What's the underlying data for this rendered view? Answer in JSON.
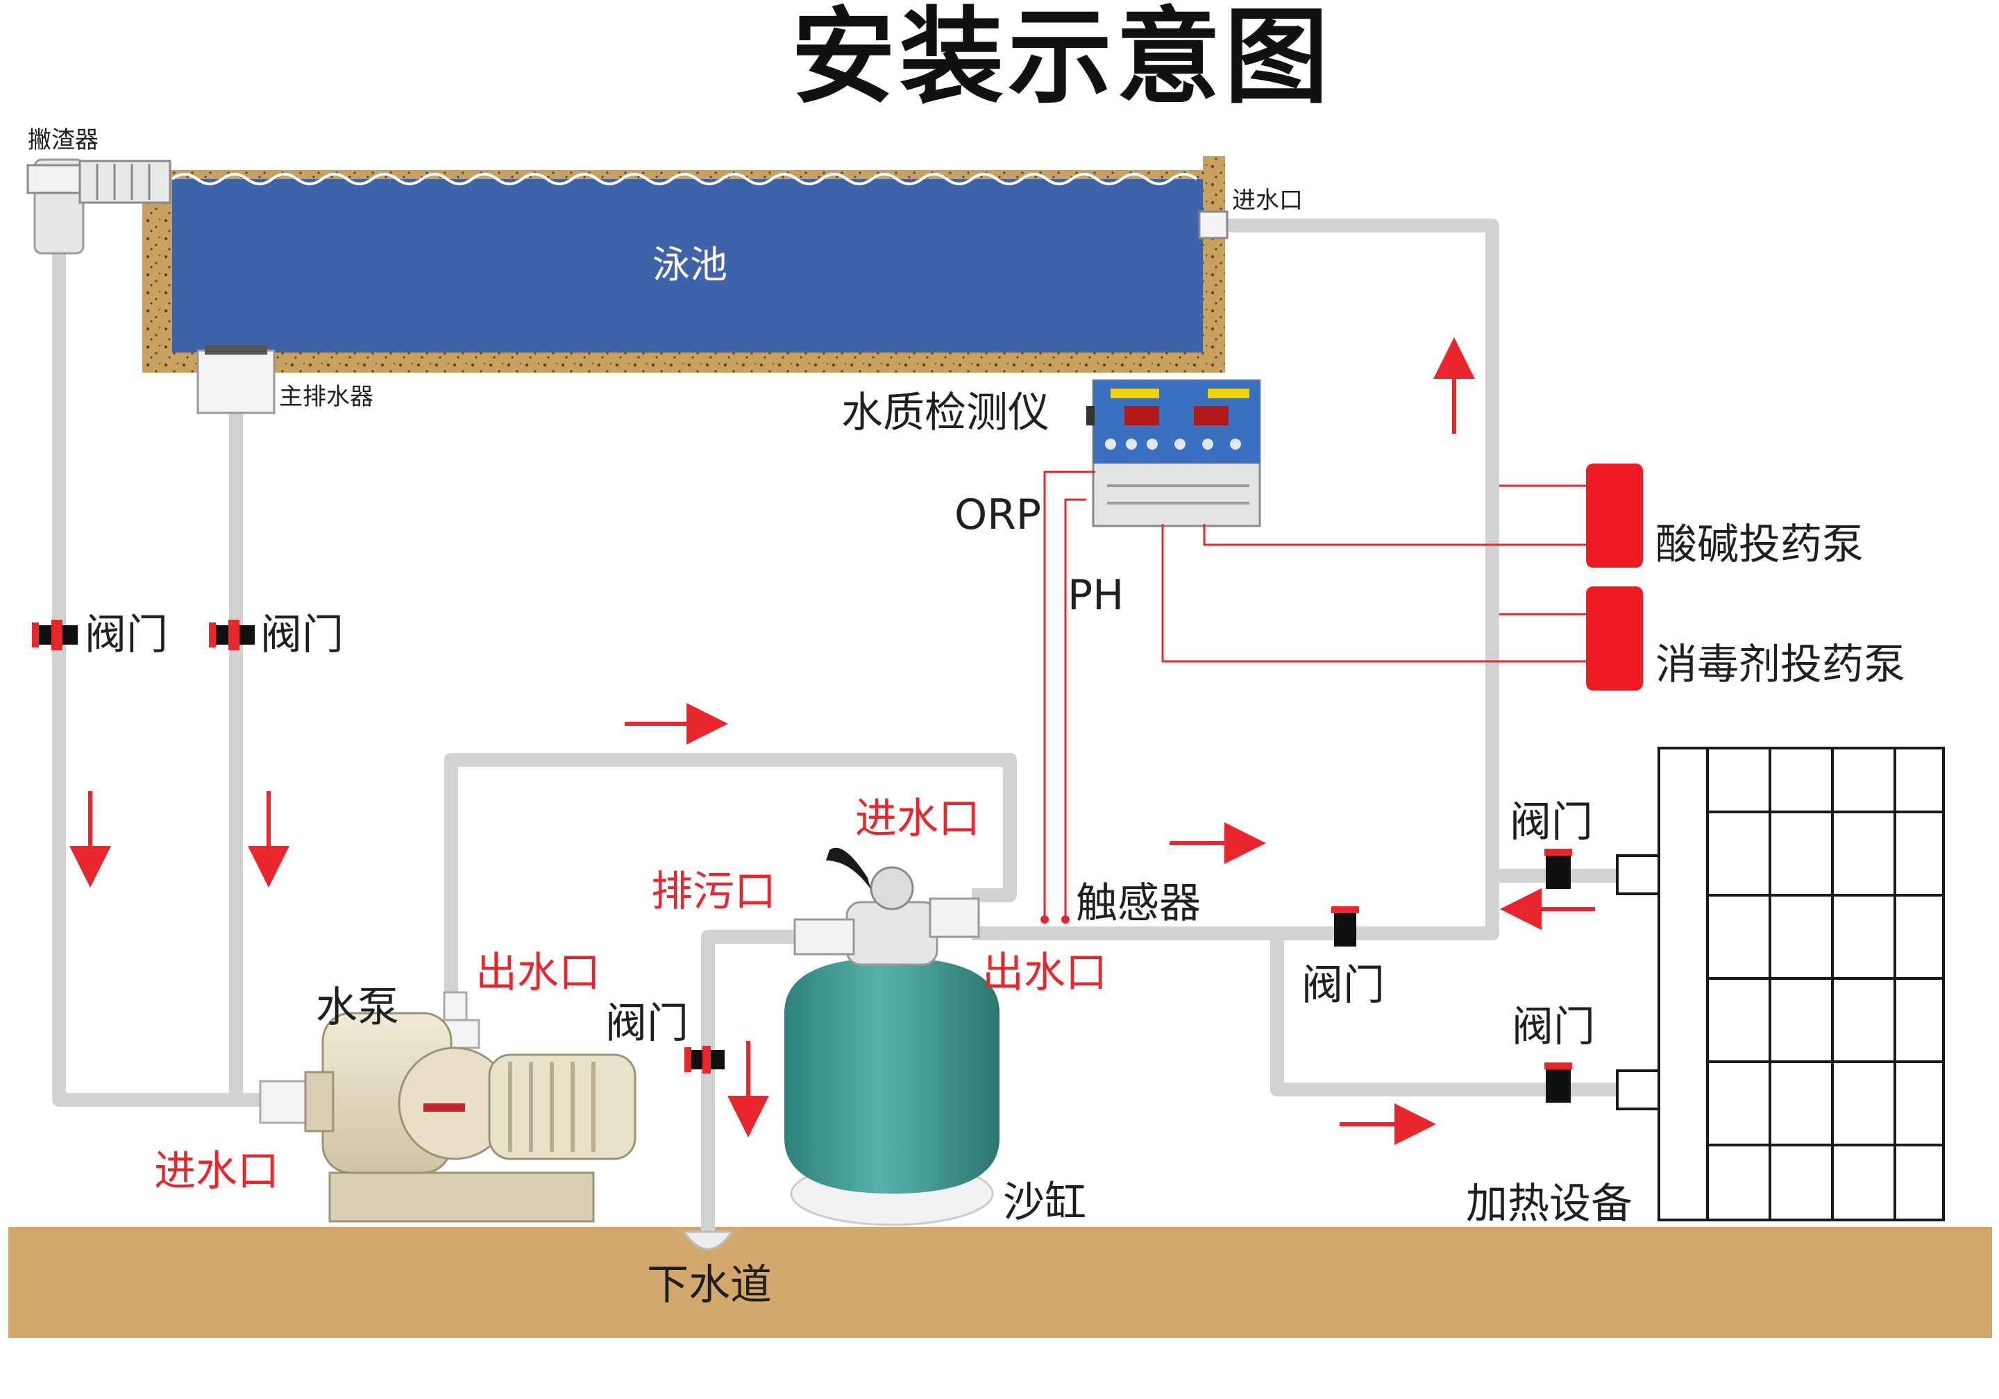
{
  "title": "安装示意图",
  "labels": {
    "skimmer": "撇渣器",
    "pool": "泳池",
    "main_drain": "主排水器",
    "inlet_top": "进水口",
    "water_tester": "水质检测仪",
    "orp": "ORP",
    "ph": "PH",
    "acid_pump": "酸碱投药泵",
    "disinfectant_pump": "消毒剂投药泵",
    "valve": "阀门",
    "inlet": "进水口",
    "outlet": "出水口",
    "drain_outlet": "排污口",
    "sensor": "触感器",
    "pump": "水泵",
    "sand_tank": "沙缸",
    "sewer": "下水道",
    "heater": "加热设备"
  },
  "colors": {
    "pool_water": "#3f63a8",
    "pool_wall": "#c9a15f",
    "pipe": "#d2d2d2",
    "signal": "#e8262b",
    "ground": "#d2a86c",
    "filter_tank": "#3f9d94"
  }
}
